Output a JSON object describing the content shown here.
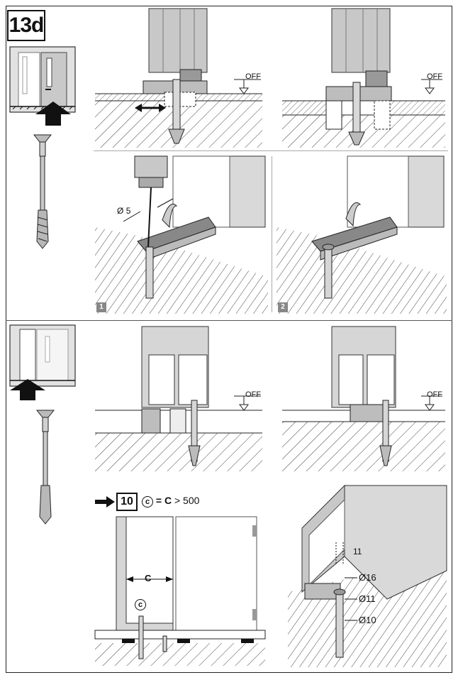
{
  "step": {
    "id": "13d"
  },
  "off_label": "OFF",
  "sub_steps": [
    "1",
    "2"
  ],
  "reference": {
    "ref_step": "10",
    "circle_symbol": "c",
    "equation_eq": "=",
    "equation_var": "C",
    "equation_tail": "> 500"
  },
  "frame_labels": {
    "c_width": "C",
    "c_circle": "c"
  },
  "dimensions": {
    "d_top": "11",
    "d16": "Ø16",
    "d11": "Ø11",
    "d10": "Ø10"
  },
  "drill": {
    "diameter_symbol": "Ø",
    "diameter_value": "5"
  },
  "colors": {
    "ink": "#111111",
    "line": "#333333",
    "hatch": "#555555",
    "fill_grey": "#d9d9d9",
    "panel_grey": "#e6e6e6"
  },
  "icons": [
    "door-thumbnail-icon",
    "arrow-up-icon",
    "anchor-screw-icon",
    "arrow-right-icon"
  ]
}
